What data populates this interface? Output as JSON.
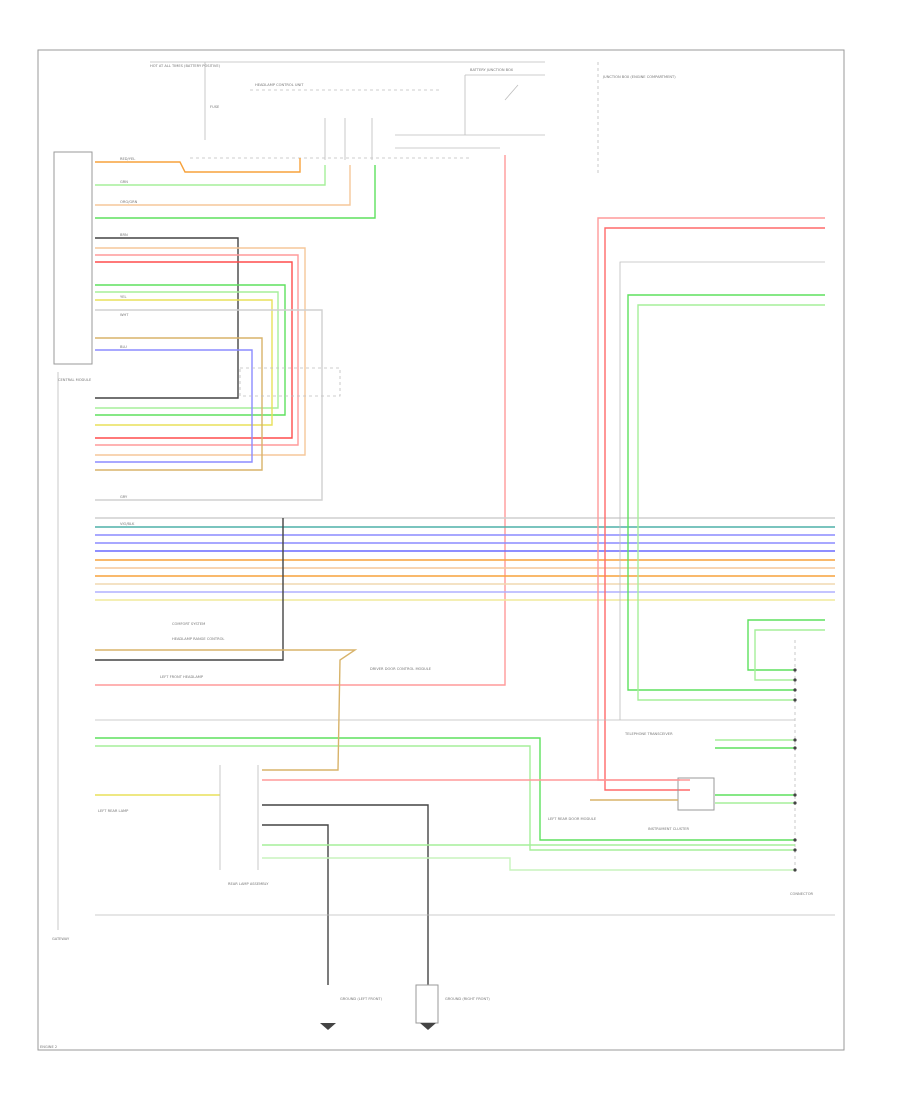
{
  "labels": {
    "top_note": "HOT AT ALL TIMES (BATTERY POSITIVE)",
    "headlamp_control": "HEADLAMP CONTROL UNIT",
    "fuse_box": "FUSE",
    "battery_junction": "BATTERY JUNCTION BOX",
    "junction_box": "JUNCTION BOX (ENGINE COMPARTMENT)",
    "central_module": "CENTRAL MODULE",
    "comfort_system": "COMFORT SYSTEM",
    "headlamp_range": "HEADLAMP RANGE CONTROL",
    "driver_door": "DRIVER DOOR CONTROL MODULE",
    "left_front_lamp": "LEFT FRONT HEADLAMP",
    "left_rear": "LEFT REAR LAMP",
    "rear_assembly": "REAR LAMP ASSEMBLY",
    "telephone": "TELEPHONE TRANSCEIVER",
    "left_rear_door": "LEFT REAR DOOR MODULE",
    "instrument_cluster": "INSTRUMENT CLUSTER",
    "connector_ref": "CONNECTOR",
    "ground_left": "GROUND (LEFT FRONT)",
    "ground_right": "GROUND (RIGHT FRONT)",
    "gateway": "GATEWAY",
    "page_ref": "ENGINE 2",
    "wire_red": "RED/YEL",
    "wire_grn": "GRN",
    "wire_brn": "BRN",
    "wire_yel": "YEL",
    "wire_blu": "BLU",
    "wire_wht": "WHT",
    "wire_org": "ORG/GRN",
    "wire_gry": "GRY",
    "wire_vio": "VIO/BLK"
  },
  "wire_colors": {
    "red": "#ff4d4d",
    "pink": "#ff9a9a",
    "green": "#5ee05e",
    "lightgreen": "#a6ef9a",
    "orange": "#f7a23c",
    "peach": "#f6c79a",
    "blue": "#8c8cff",
    "teal": "#4fb0a8",
    "yellow": "#e8e05a",
    "tan": "#d8b36a",
    "gray": "#bdbdbd",
    "dark": "#444444",
    "black": "#222222"
  }
}
